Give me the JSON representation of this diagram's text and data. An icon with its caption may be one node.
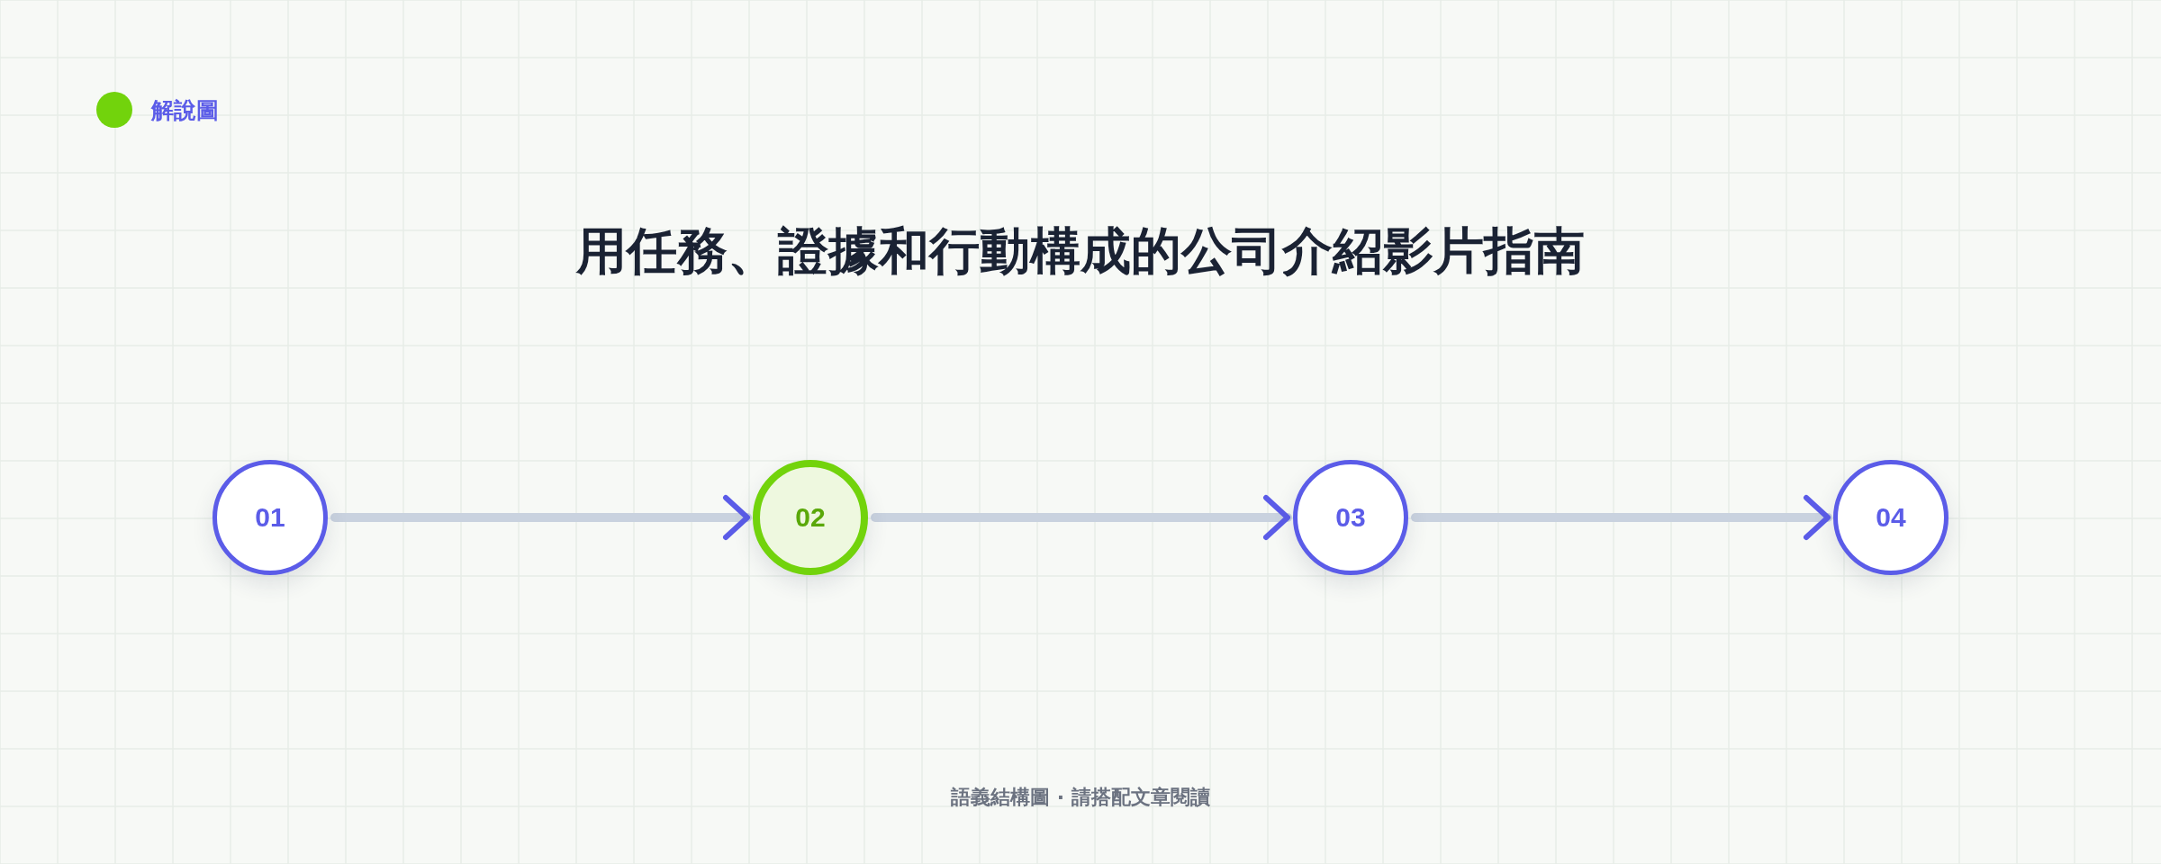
{
  "diagram": {
    "title": "用任務、證據和行動構成的公司介紹影片指南",
    "caption": "語義結構圖 · 請搭配文章閱讀",
    "nodes": [
      {
        "text": [
          "01"
        ]
      },
      {
        "text": [
          "02"
        ]
      },
      {
        "text": [
          "03"
        ]
      },
      {
        "text": [
          "04"
        ]
      }
    ],
    "edges": [
      {
        "from": 0,
        "to": 1,
        "arrow": "to"
      },
      {
        "from": 1,
        "to": 2,
        "arrow": "to"
      },
      {
        "from": 2,
        "to": 3,
        "arrow": "to"
      }
    ],
    "labels": [
      "解說圖"
    ]
  }
}
